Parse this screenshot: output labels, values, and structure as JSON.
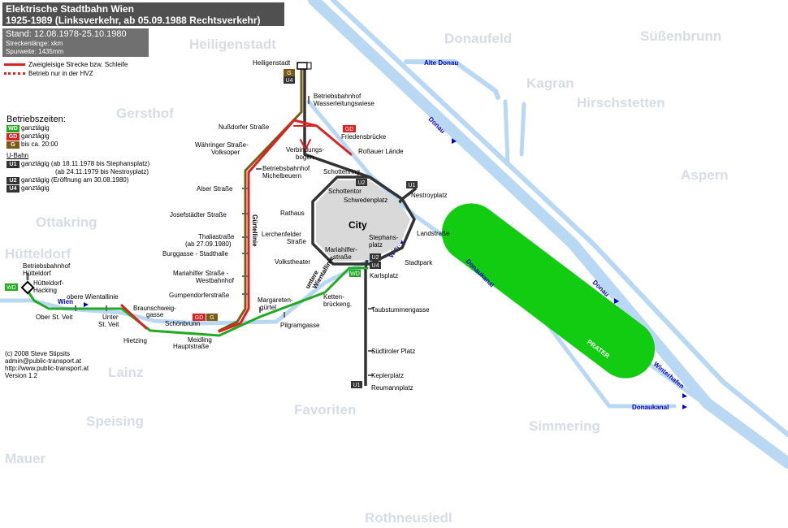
{
  "title": {
    "line1": "Elektrische Stadtbahn Wien",
    "line2": "1925-1989 (Linksverkehr, ab 05.09.1988 Rechtsverkehr)"
  },
  "info": {
    "stand": "Stand: 12.08.1978-25.10.1980",
    "length": "Streckenlänge: xkm",
    "gauge": "Spurweite: 1435mm"
  },
  "legend": {
    "double_track": "Zweigleisige Strecke bzw. Schleife",
    "rush_hour": "Betrieb nur in der HVZ"
  },
  "operating_hours": {
    "title": "Betriebszeiten:",
    "items": [
      {
        "badge": "WD",
        "color": "#22aa22",
        "text": "ganztägig"
      },
      {
        "badge": "GD",
        "color": "#dd2222",
        "text": "ganztägig"
      },
      {
        "badge": "G",
        "color": "#7a5a14",
        "text": "bis ca. 20:00"
      }
    ],
    "ubahn_title": "U-Bahn",
    "ubahn": [
      {
        "badge": "U1",
        "color": "#333333",
        "text": "ganztägig (ab 18.11.1978 bis Stephansplatz)"
      },
      {
        "badge": "",
        "color": "",
        "text": "(ab 24.11.1979 bis Nestroyplatz)"
      },
      {
        "badge": "U2",
        "color": "#333333",
        "text": "ganztägig (Eröffnung am 30.08.1980)"
      },
      {
        "badge": "U4",
        "color": "#333333",
        "text": "ganztägig"
      }
    ]
  },
  "credits": [
    "(c) 2008 Steve Stipsits",
    "admin@public-transport.at",
    "http://www.public-transport.at",
    "Version 1.2"
  ],
  "colors": {
    "river": "#b8d8f4",
    "gd": "#dd2222",
    "g": "#7a5a14",
    "wd": "#22aa22",
    "ubahn": "#333333",
    "park": "#11cc11",
    "district": "#d6dde6",
    "water_label": "#0000cc"
  },
  "districts": {
    "heiligenstadt": "Heiligenstadt",
    "donaufeld": "Donaufeld",
    "suessenbrunn": "Süßenbrunn",
    "gersthof": "Gersthof",
    "kagran": "Kagran",
    "hirschstetten": "Hirschstetten",
    "aspern": "Aspern",
    "ottakring": "Ottakring",
    "huetteldorf": "Hütteldorf",
    "lainz": "Lainz",
    "speising": "Speising",
    "favoriten": "Favoriten",
    "simmering": "Simmering",
    "mauer": "Mauer",
    "rothneusiedl": "Rothneusiedl"
  },
  "water": {
    "alte_donau": "Alte Donau",
    "donau_1": "Donau",
    "donau_2": "Donau",
    "donaukanal_1": "Donaukanal",
    "donaukanal_2": "Donaukanal",
    "wien_1": "Wien",
    "wien_2": "Wien",
    "winterhafen": "Winterhafen",
    "prater": "PRATER"
  },
  "line_labels": {
    "guertellinie": "Gürtellinie",
    "untere_wientallinie_1": "untere",
    "untere_wientallinie_2": "Wientallinie",
    "obere_wientallinie": "obere Wientallinie",
    "city": "City"
  },
  "badges": {
    "heiligenstadt_g": "G",
    "heiligenstadt_u4": "U4",
    "friedensbruecke_gd": "GD",
    "schottenring_u2": "U2",
    "nestroyplatz_u1": "U1",
    "karlsplatz_u2": "U2",
    "karlsplatz_u4": "U4",
    "karlsplatz_wd": "WD",
    "huetteldorf_wd": "WD",
    "meidling_gd": "GD",
    "meidling_g": "G",
    "reumannplatz_u1": "U1"
  },
  "stations": {
    "heiligenstadt": "Heiligenstadt",
    "bbf_wasser_1": "Betriebsbahnhof",
    "bbf_wasser_2": "Wasserleitungswiese",
    "nussdorfer": "Nußdorfer Straße",
    "friedensbruecke": "Friedensbrücke",
    "waehringer_1": "Währinger Straße-",
    "waehringer_2": "Volksoper",
    "verbindungsbogen_1": "Verbindungs-",
    "verbindungsbogen_2": "bogen",
    "rossauer": "Roßauer Lände",
    "bbf_michel_1": "Betriebsbahnhof",
    "bbf_michel_2": "Michelbeuern",
    "schottenring": "Schottenring",
    "schottentor": "Schottentor",
    "schwedenplatz": "Schwedenplatz",
    "alser": "Alser Straße",
    "nestroyplatz": "Nestroyplatz",
    "rathaus": "Rathaus",
    "josefstaedter": "Josefstädter Straße",
    "lerchenfelder_1": "Lerchenfelder",
    "lerchenfelder_2": "Straße",
    "stephansplatz_1": "Stephans-",
    "stephansplatz_2": "platz",
    "landstrasse": "Landstraße",
    "thaliastrasse_1": "Thaliastraße",
    "thaliastrasse_2": "(ab 27.09.1980)",
    "burggasse": "Burggasse - Stadthalle",
    "mariahilfer_1": "Mariahilfer-",
    "mariahilfer_2": "straße",
    "volkstheater": "Volkstheater",
    "stadtpark": "Stadtpark",
    "mariahilfer_west_1": "Mariahilfer Straße -",
    "mariahilfer_west_2": "Westbahnhof",
    "karlsplatz": "Karlsplatz",
    "bbf_huetteldorf_1": "Betriebsbahnhof",
    "bbf_huetteldorf_2": "Hütteldorf",
    "huetteldorf_1": "Hütteldorf-",
    "huetteldorf_2": "Hacking",
    "gumpendorfer": "Gumpendorferstraße",
    "margaretenguertel_1": "Margareten-",
    "margaretenguertel_2": "gürtel",
    "kettenbrueckengasse_1": "Ketten-",
    "kettenbrueckengasse_2": "brückeng.",
    "braunschweiggasse_1": "Braunschweig-",
    "braunschweiggasse_2": "gasse",
    "ober_st_veit": "Ober St. Veit",
    "unter_st_veit_1": "Unter",
    "unter_st_veit_2": "St. Veit",
    "schoenbrunn": "Schönbrunn",
    "pilgramgasse": "Pilgramgasse",
    "taubstummengasse": "Taubstummengasse",
    "hietzing": "Hietzing",
    "meidling_1": "Meidling",
    "meidling_2": "Hauptstraße",
    "suedtiroler": "Südtiroler Platz",
    "keplerplatz": "Keplerplatz",
    "reumannplatz": "Reumannplatz"
  }
}
